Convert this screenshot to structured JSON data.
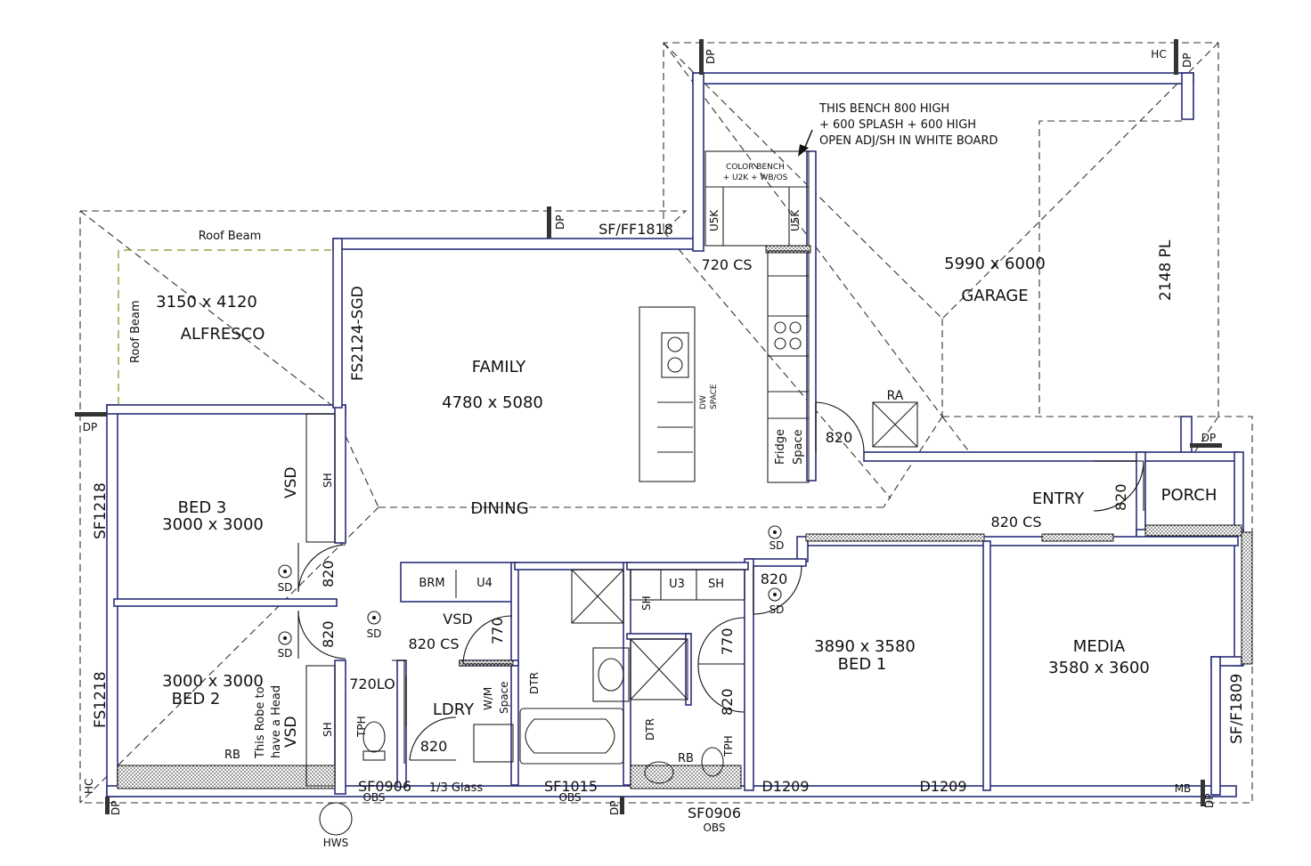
{
  "rooms": {
    "alfresco": {
      "dims": "3150 x 4120",
      "name": "ALFRESCO"
    },
    "family": {
      "name": "FAMILY",
      "dims": "4780 x 5080"
    },
    "dining": "DINING",
    "garage": {
      "dims": "5990 x 6000",
      "name": "GARAGE"
    },
    "bed3": {
      "name": "BED 3",
      "dims": "3000 x 3000"
    },
    "bed2": {
      "dims": "3000 x 3000",
      "name": "BED 2"
    },
    "bed1": {
      "dims": "3890 x 3580",
      "name": "BED 1"
    },
    "media": {
      "name": "MEDIA",
      "dims": "3580 x 3600"
    },
    "entry": "ENTRY",
    "porch": "PORCH",
    "ldry": "LDRY"
  },
  "notes": {
    "bench": [
      "THIS BENCH 800 HIGH",
      "+ 600 SPLASH + 600 HIGH",
      "OPEN ADJ/SH IN WHITE BOARD"
    ],
    "color_bench": [
      "COLOR BENCH",
      "+ U2K + WB/OS"
    ],
    "robe": [
      "This Robe to",
      "have a Head"
    ]
  },
  "labels": {
    "roof_beam": "Roof Beam",
    "roof_beam_v": "Roof Beam",
    "sf_ff1818": "SF/FF1818",
    "fs2124": "FS2124-SGD",
    "cs720": "720 CS",
    "u5k_a": "U5K",
    "u5k_b": "U5K",
    "dw_space": [
      "DW",
      "SPACE"
    ],
    "fridge": [
      "Fridge",
      "Space"
    ],
    "d820_kitchen": "820",
    "ra": "RA",
    "pl2148": "2148 PL",
    "hc_top": "HC",
    "dp": "DP",
    "sf1218": "SF1218",
    "fs1218": "FS1218",
    "vsd_bed3": "VSD",
    "sh_bed3": "SH",
    "sd": "SD",
    "d820_bed3": "820",
    "d820_bed2": "820",
    "vsd_bed2": "VSD",
    "sh_bed2": "SH",
    "lo720": "720LO",
    "tph": "TPH",
    "rb": "RB",
    "hc": "HC",
    "brm": "BRM",
    "u4": "U4",
    "vsd_hall": "VSD",
    "cs820_ldry": "820 CS",
    "d770_ldry": "770",
    "wm": [
      "W/M",
      "Space"
    ],
    "dtr": "DTR",
    "d820_ldry": "820",
    "u3": "U3",
    "sh": "SH",
    "d820_bed1": "820",
    "d770_ens": "770",
    "d820_ens": "820",
    "cs820_entry": "820 CS",
    "d820_entry": "820",
    "sf_f1809": "SF/F1809",
    "mb": "MB",
    "sf0906": "SF0906",
    "obs": "OBS",
    "glass": "1/3 Glass",
    "sf1015": "SF1015",
    "d1209": "D1209",
    "hws": "HWS"
  }
}
